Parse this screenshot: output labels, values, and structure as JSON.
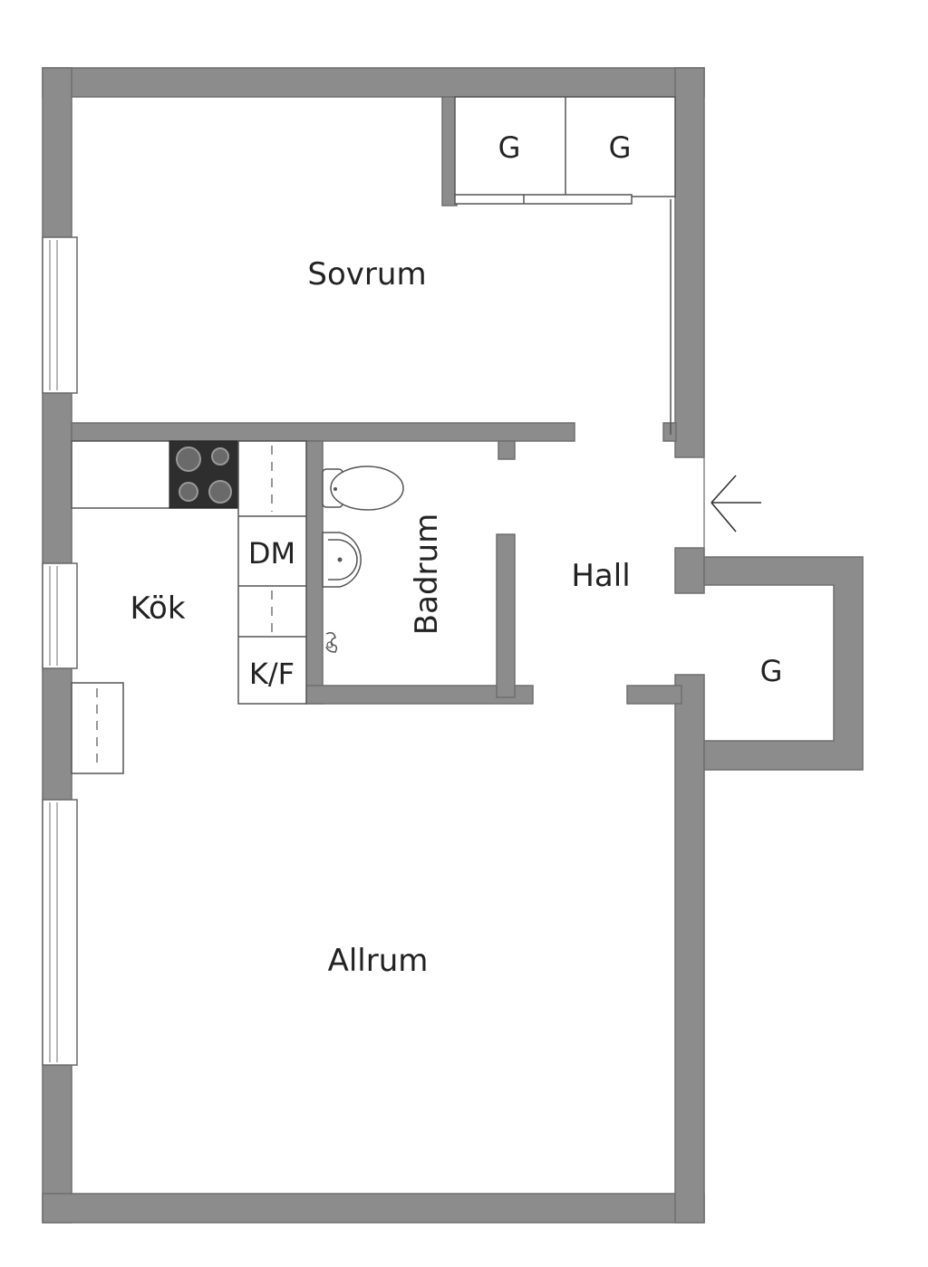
{
  "rooms": {
    "sovrum": "Sovrum",
    "kok": "Kök",
    "badrum": "Badrum",
    "hall": "Hall",
    "allrum": "Allrum"
  },
  "closets": {
    "sovrum_left": "G",
    "sovrum_right": "G",
    "hall": "G"
  },
  "appliances": {
    "dishwasher": "DM",
    "fridge_freezer": "K/F"
  },
  "colors": {
    "wall": "#8c8c8c",
    "background": "#ffffff",
    "text": "#222222"
  },
  "icons": [
    "entrance-arrow-icon",
    "stove-icon",
    "toilet-icon",
    "sink-icon",
    "shower-icon"
  ]
}
